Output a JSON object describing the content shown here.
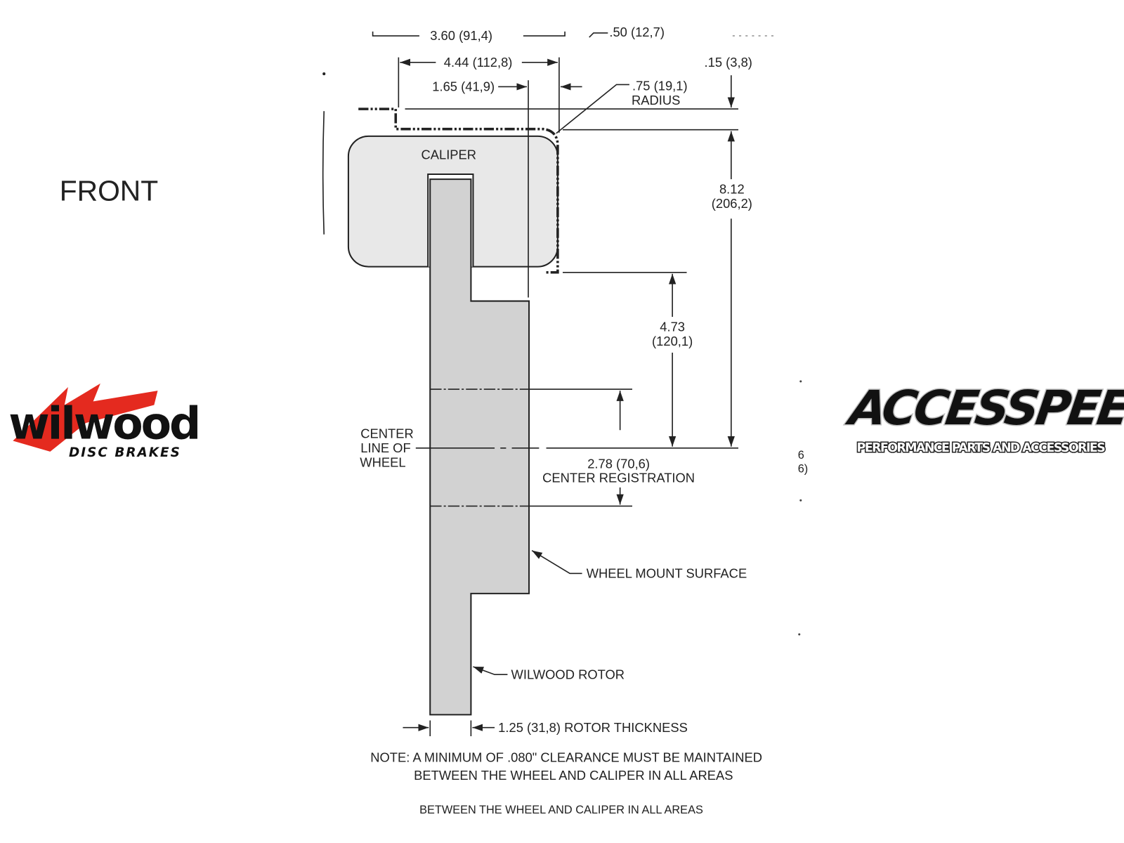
{
  "view_label": "FRONT",
  "top_partial": {
    "dim_360": "3.60 (91,4)",
    "dim_050": ".50 (12,7)"
  },
  "dims": {
    "d444": "4.44 (112,8)",
    "d165": "1.65 (41,9)",
    "d075": ".75 (19,1)",
    "d075_sub": "RADIUS",
    "d015": ".15 (3,8)",
    "d812": "8.12",
    "d812_mm": "(206,2)",
    "d473": "4.73",
    "d473_mm": "(120,1)",
    "d278": "2.78 (70,6)",
    "d278_sub": "CENTER REGISTRATION",
    "d125": "1.25 (31,8) ROTOR THICKNESS"
  },
  "labels": {
    "caliper": "CALIPER",
    "centerline": [
      "CENTER",
      "LINE OF",
      "WHEEL"
    ],
    "wheel_mount": "WHEEL MOUNT SURFACE",
    "rotor": "WILWOOD ROTOR",
    "edge_partial": [
      "6",
      "6)"
    ]
  },
  "note": {
    "line1": "NOTE: A MINIMUM OF .080\" CLEARANCE MUST BE MAINTAINED",
    "line2": "BETWEEN THE WHEEL AND CALIPER IN ALL AREAS",
    "repeat": "BETWEEN THE WHEEL AND CALIPER IN ALL AREAS"
  },
  "logos": {
    "wilwood": "wilwood",
    "wilwood_sub": "DISC BRAKES",
    "accesspeed": "ACCESSPEED",
    "accesspeed_sub": "PERFORMANCE PARTS AND ACCESSORIES"
  },
  "colors": {
    "wilwood_red": "#e42a1f",
    "caliper_fill": "#e8e8e8",
    "rotor_fill": "#d2d2d2"
  }
}
